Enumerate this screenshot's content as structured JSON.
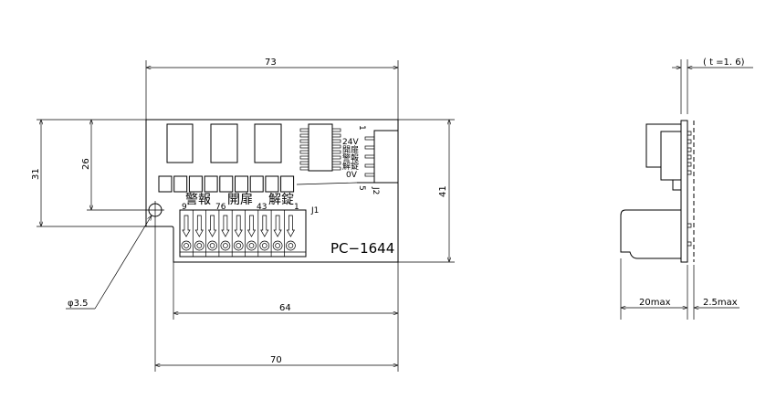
{
  "front_view": {
    "dimensions": {
      "width_total": "73",
      "hole_y": "26",
      "notch_y": "31",
      "height": "41",
      "width_lower": "64",
      "hole_to_edge": "70",
      "hole_dia": "φ3.5"
    },
    "board_name": "PC−1644",
    "terminal_labels": {
      "alarm": "警報",
      "door_open": "開扉",
      "unlock": "解錠"
    },
    "terminal_numbers": {
      "n9": "9",
      "n76": "76",
      "n43": "43",
      "n1": "1"
    },
    "j1": "J1",
    "j2": "J2",
    "connector_pins": [
      "24V",
      "開扉",
      "警報",
      "解錠",
      "0V"
    ],
    "pin_first": "1",
    "pin_last": "5"
  },
  "side_view": {
    "thickness": "( t =1. 6)",
    "depth_front": "20max",
    "depth_back": "2.5max"
  }
}
